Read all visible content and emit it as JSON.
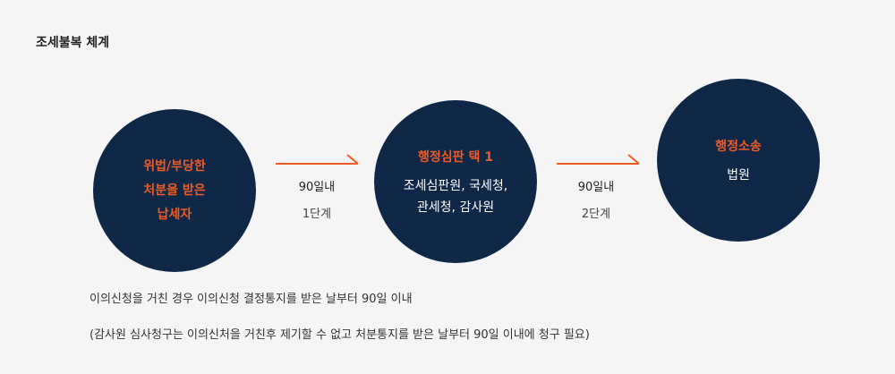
{
  "title": "조세불복 체계",
  "stages": [
    {
      "lines": [
        "위법/부당한",
        "처분을 받은",
        "납세자"
      ]
    },
    {
      "heading": "행정심판 택 1",
      "lines": [
        "조세심판원, 국세청,",
        "관세청, 감사원"
      ]
    },
    {
      "heading": "행정소송",
      "lines": [
        "법원"
      ]
    }
  ],
  "steps": [
    {
      "period": "90일내",
      "stage": "1단계"
    },
    {
      "period": "90일내",
      "stage": "2단계"
    }
  ],
  "notes": [
    "이의신청을 거친 경우 이의신청 결정통지를 받은 날부터 90일 이내",
    "(감사원 심사청구는 이의신처을 거친후 제기할 수 없고 처분통지를 받은 날부터 90일 이내에 청구 필요)"
  ],
  "colors": {
    "circle": "#102848",
    "accent": "#f05a23",
    "background": "#f5f5f5"
  }
}
